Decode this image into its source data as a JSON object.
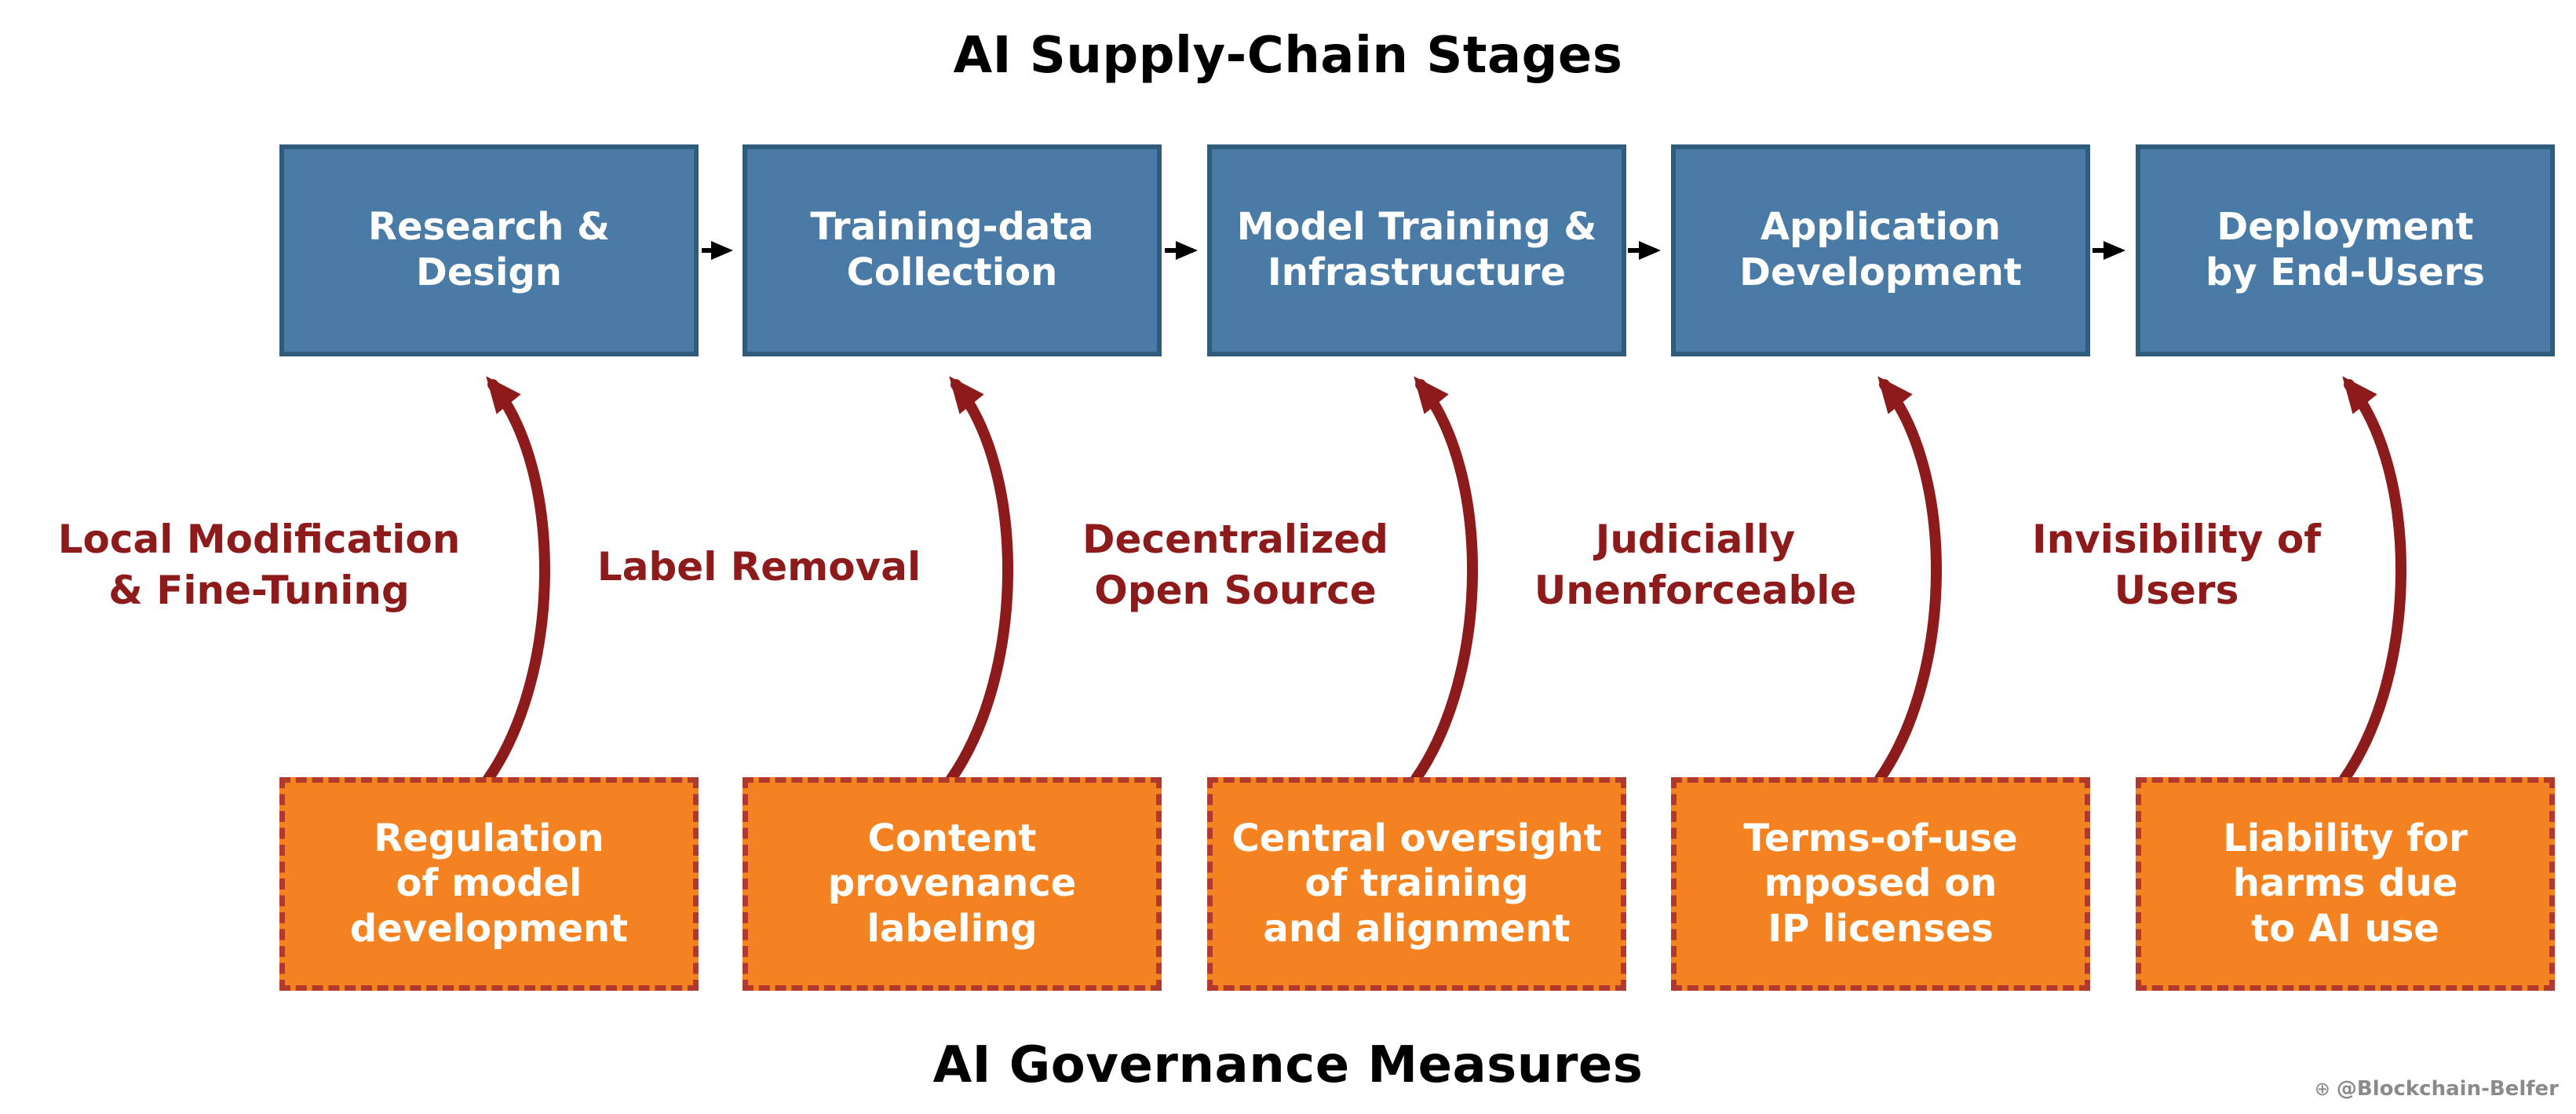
{
  "titles": {
    "top": "AI Supply-Chain Stages",
    "bottom": "AI Governance Measures"
  },
  "stages": [
    {
      "label": "Research &\nDesign"
    },
    {
      "label": "Training-data\nCollection"
    },
    {
      "label": "Model Training &\nInfrastructure"
    },
    {
      "label": "Application\nDevelopment"
    },
    {
      "label": "Deployment\nby End-Users"
    }
  ],
  "gap_labels": [
    {
      "label": "Local Modification\n& Fine-Tuning"
    },
    {
      "label": "Label Removal"
    },
    {
      "label": "Decentralized\nOpen Source"
    },
    {
      "label": "Judicially\nUnenforceable"
    },
    {
      "label": "Invisibility of\nUsers"
    }
  ],
  "measures": [
    {
      "label": "Regulation\nof model\ndevelopment"
    },
    {
      "label": "Content\nprovenance\nlabeling"
    },
    {
      "label": "Central oversight\nof training\nand alignment"
    },
    {
      "label": "Terms-of-use\nmposed on\nIP licenses"
    },
    {
      "label": "Liability for\nharms due\nto AI use"
    }
  ],
  "watermark": "@Blockchain-Belfer",
  "colors": {
    "stage_fill": "#4A7BA7",
    "stage_border": "#2F5B7C",
    "measure_fill": "#F58220",
    "measure_border": "#B03A2E",
    "arrow_red": "#8E1B1B",
    "gap_label_red": "#8E1B1B",
    "stage_arrow_black": "#000000"
  }
}
